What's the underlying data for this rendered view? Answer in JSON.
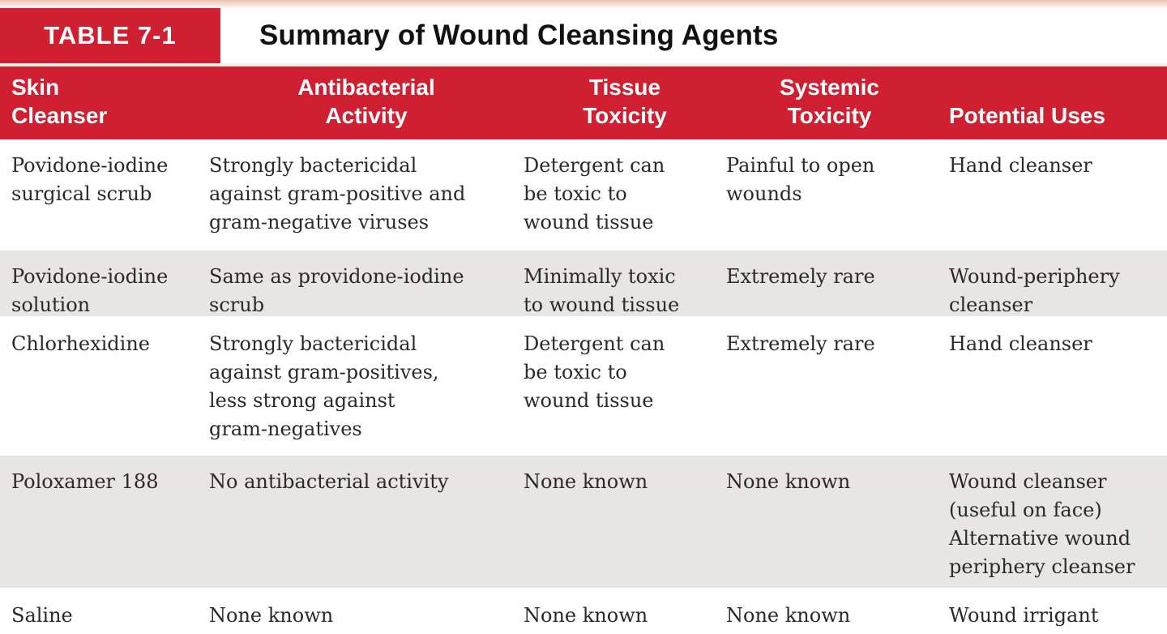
{
  "colors": {
    "accent_red": "#d01f31",
    "row_stripe": "#e7e6e3",
    "top_strip_pink": "#eec3b3",
    "body_text": "#2b2a28"
  },
  "header": {
    "badge": "TABLE 7-1",
    "title": "Summary of Wound Cleansing Agents"
  },
  "table": {
    "columns": [
      {
        "label": "Skin\nCleanser"
      },
      {
        "label": "Antibacterial\nActivity"
      },
      {
        "label": "Tissue\nToxicity"
      },
      {
        "label": "Systemic\nToxicity"
      },
      {
        "label": "Potential Uses"
      }
    ],
    "rows": [
      {
        "cells": [
          "Povidone-iodine\nsurgical scrub",
          "Strongly bactericidal\nagainst gram-positive and\ngram-negative viruses",
          "Detergent can\nbe toxic to\nwound tissue",
          "Painful to open\nwounds",
          "Hand cleanser"
        ]
      },
      {
        "cells": [
          "Povidone-iodine\nsolution",
          "Same as providone-iodine\nscrub",
          "Minimally toxic\nto wound tissue",
          "Extremely rare",
          "Wound-periphery\ncleanser"
        ]
      },
      {
        "cells": [
          "Chlorhexidine",
          "Strongly bactericidal\nagainst gram-positives,\nless strong against\ngram-negatives",
          "Detergent can\nbe toxic to\nwound tissue",
          "Extremely rare",
          "Hand cleanser"
        ]
      },
      {
        "cells": [
          "Poloxamer 188",
          "No antibacterial activity",
          "None known",
          "None known",
          "Wound cleanser\n(useful on face)\nAlternative wound\nperiphery cleanser"
        ]
      },
      {
        "cells": [
          "Saline",
          "None known",
          "None known",
          "None known",
          "Wound irrigant"
        ]
      }
    ]
  }
}
